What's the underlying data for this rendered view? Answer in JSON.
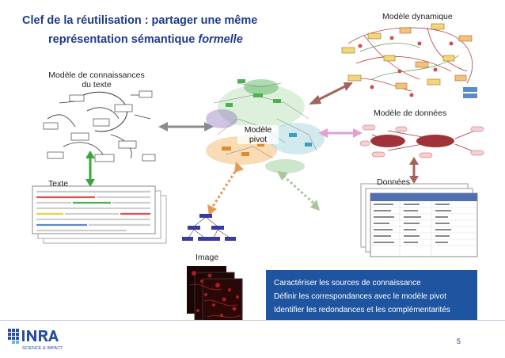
{
  "title": {
    "line1": "Clef de la réutilisation : partager une même",
    "line2_prefix": "représentation sémantique ",
    "line2_emph": "formelle"
  },
  "labels": {
    "knowledge_model": "Modèle de connaissances du texte",
    "text": "Texte",
    "pivot_model": "Modèle pivot",
    "dynamic_model": "Modèle dynamique",
    "data_model": "Modèle de données",
    "data": "Données",
    "image": "Image"
  },
  "callout": {
    "line1": "Caractériser les sources de connaissance",
    "line2": "Définir les correspondances avec le modèle pivot",
    "line3": "Identifier les redondances et les complémentarités"
  },
  "footer": {
    "logo_text": "INRA",
    "logo_subtext": "SCIENCE & IMPACT",
    "page_number": "5"
  },
  "colors": {
    "title": "#1f3a8a",
    "callout_bg": "#1f55a0",
    "arrow_gray": "#8c8c8c",
    "arrow_green": "#3aa53a",
    "arrow_brown": "#a0645a",
    "arrow_pink": "#e0a0d0",
    "arrow_orange": "#e39a55",
    "arrow_sage": "#a8c49a",
    "data_model_node": "#a0333a"
  }
}
